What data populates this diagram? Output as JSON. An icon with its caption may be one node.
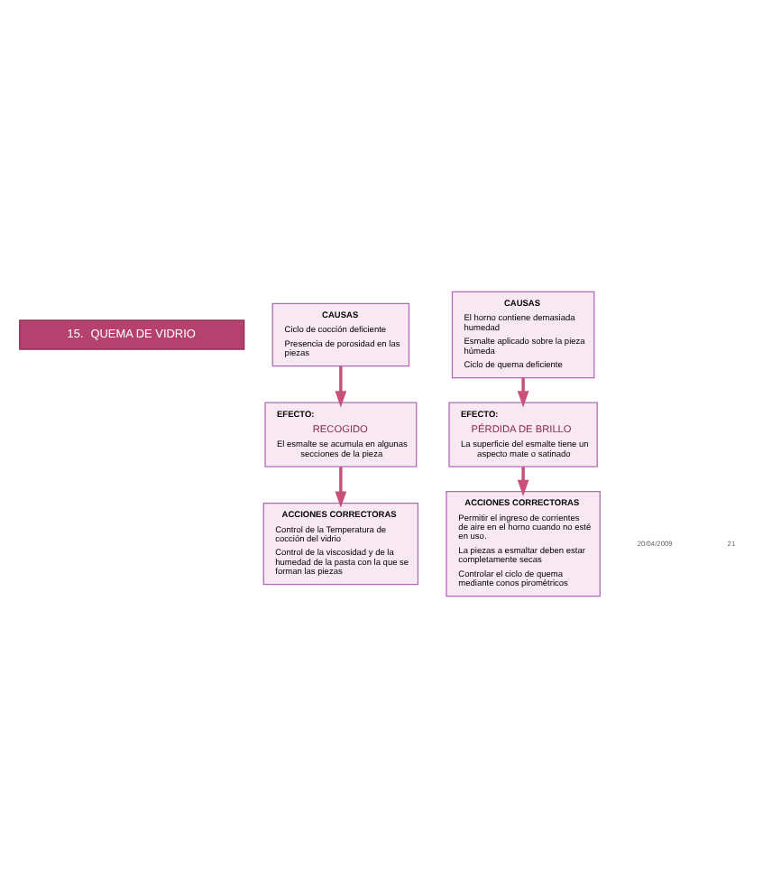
{
  "diagram": {
    "nodes": [
      {
        "text": [
          "15.",
          "QUEMA DE VIDRIO"
        ]
      },
      {
        "text": [
          "CAUSAS",
          "Ciclo de cocción deficiente",
          "Presencia de porosidad en las piezas"
        ]
      },
      {
        "text": [
          "CAUSAS",
          "El horno contiene demasiada humedad",
          "Esmalte aplicado sobre la pieza húmeda",
          "Ciclo de quema deficiente"
        ]
      },
      {
        "text": [
          "EFECTO:",
          "RECOGIDO",
          "El esmalte se acumula en algunas secciones de la pieza"
        ]
      },
      {
        "text": [
          "EFECTO:",
          "PÉRDIDA DE BRILLO",
          "La superficie del esmalte tiene un aspecto mate o satinado"
        ]
      },
      {
        "text": [
          "ACCIONES CORRECTORAS",
          "Control de la Temperatura de cocción del vidrio",
          "Control de la viscosidad y de la humedad de la pasta con la que se forman las piezas"
        ]
      },
      {
        "text": [
          "ACCIONES CORRECTORAS",
          "Permitir el ingreso de corrientes de aire en el horno cuando no esté en uso.",
          "La piezas a esmaltar deben estar completamente secas",
          "Controlar el ciclo de quema mediante conos piromètricos"
        ]
      }
    ],
    "edges": [
      {
        "from": 1,
        "to": 3,
        "arrow": "to"
      },
      {
        "from": 3,
        "to": 5,
        "arrow": "to"
      },
      {
        "from": 2,
        "to": 4,
        "arrow": "to"
      },
      {
        "from": 4,
        "to": 6,
        "arrow": "to"
      }
    ],
    "labels": [
      "20/04/2009",
      "21"
    ]
  }
}
